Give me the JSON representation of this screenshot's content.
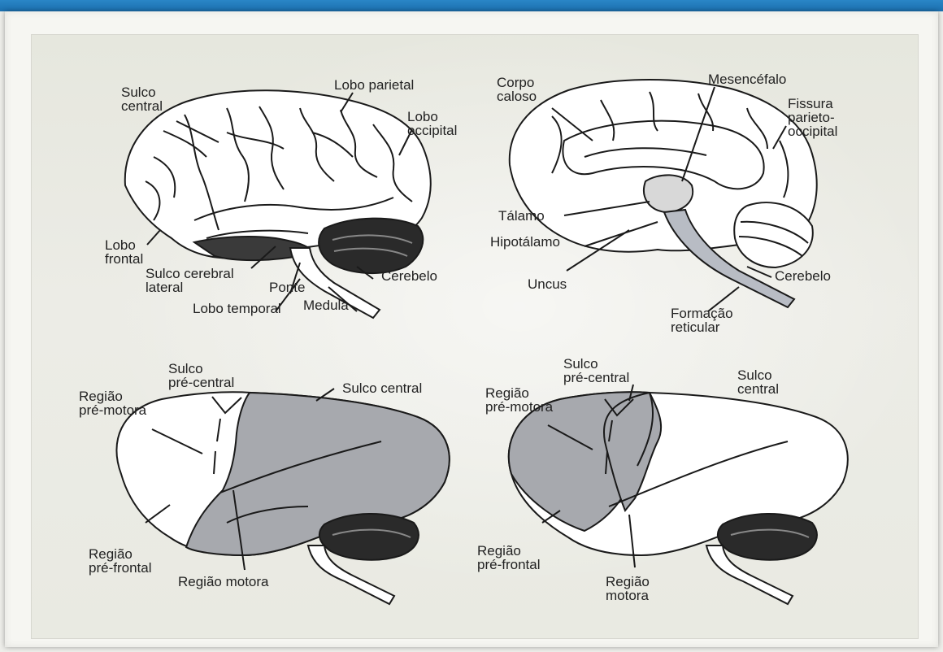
{
  "labels": {
    "sulco_central_1": "Sulco\ncentral",
    "lobo_parietal": "Lobo parietal",
    "lobo_occipital": "Lobo\noccipital",
    "lobo_frontal": "Lobo\nfrontal",
    "sulco_cerebral_lateral": "Sulco cerebral\nlateral",
    "ponte": "Ponte",
    "cerebelo_1": "Cerebelo",
    "lobo_temporal": "Lobo temporal",
    "medula": "Medula",
    "corpo_caloso": "Corpo\ncaloso",
    "mesencefalo": "Mesencéfalo",
    "fissura": "Fissura\nparieto-\noccipital",
    "talamo": "Tálamo",
    "hipotalamo": "Hipotálamo",
    "uncus": "Uncus",
    "cerebelo_2": "Cerebelo",
    "formacao_reticular": "Formação\nreticular",
    "sulco_precentral_1": "Sulco\npré-central",
    "regiao_premotora_1": "Região\npré-motora",
    "sulco_central_2": "Sulco central",
    "regiao_prefrontal_1": "Região\npré-frontal",
    "regiao_motora_1": "Região motora",
    "sulco_precentral_2": "Sulco\npré-central",
    "regiao_premotora_2": "Região\npré-motora",
    "sulco_central_3": "Sulco\ncentral",
    "regiao_prefrontal_2": "Região\npré-frontal",
    "regiao_motora_2": "Região\nmotora"
  }
}
